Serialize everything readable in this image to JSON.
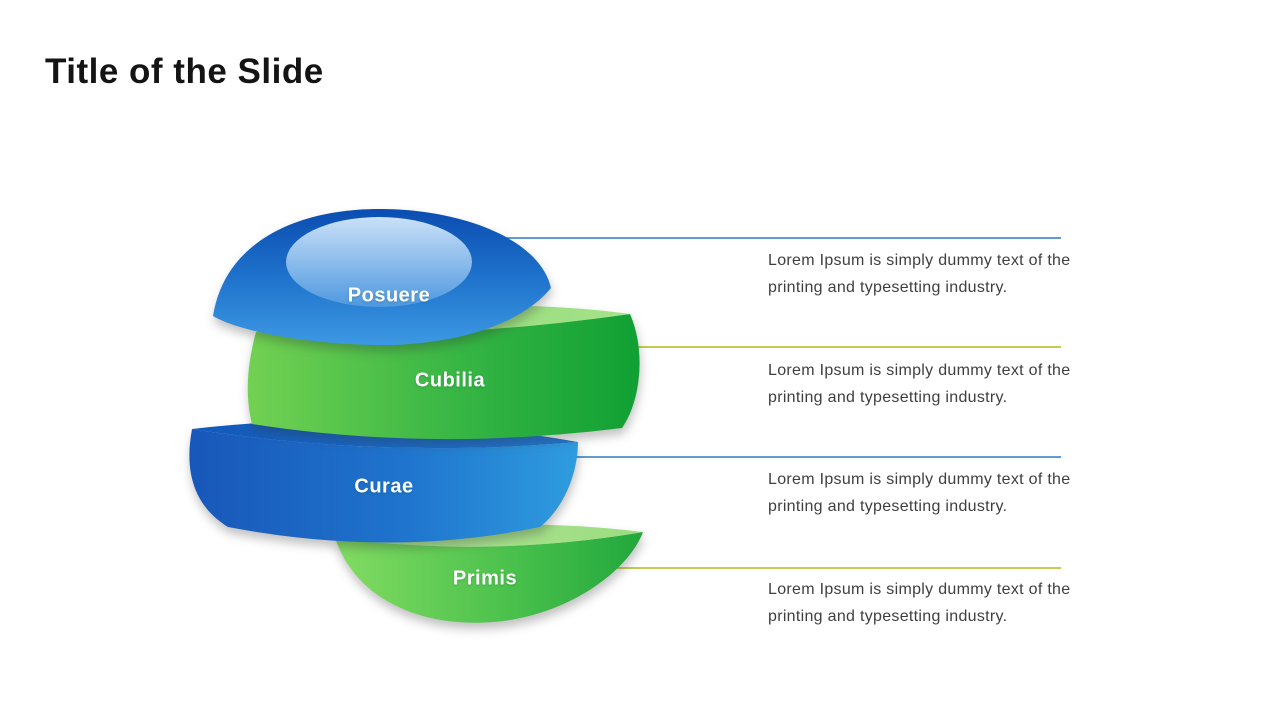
{
  "slide": {
    "title": "Title of the Slide"
  },
  "colors": {
    "background": "#ffffff",
    "title_text": "#141414",
    "body_text": "#3f3f3f",
    "label_text": "#ffffff",
    "blue_segment": "#1565bd",
    "green_segment": "#3cb54a",
    "leader_blue": "#2b7cc2",
    "leader_olive": "#b3ba18"
  },
  "segments": [
    {
      "label": "Posuere",
      "color": "blue",
      "desc_line1": "Lorem Ipsum is simply dummy text of the",
      "desc_line2": "printing and typesetting industry."
    },
    {
      "label": "Cubilia",
      "color": "green",
      "desc_line1": "Lorem Ipsum is simply dummy text of the",
      "desc_line2": "printing and typesetting industry."
    },
    {
      "label": "Curae",
      "color": "blue",
      "desc_line1": "Lorem Ipsum is simply dummy text of the",
      "desc_line2": "printing and typesetting industry."
    },
    {
      "label": "Primis",
      "color": "green",
      "desc_line1": "Lorem Ipsum is simply dummy text of the",
      "desc_line2": "printing and typesetting industry."
    }
  ]
}
